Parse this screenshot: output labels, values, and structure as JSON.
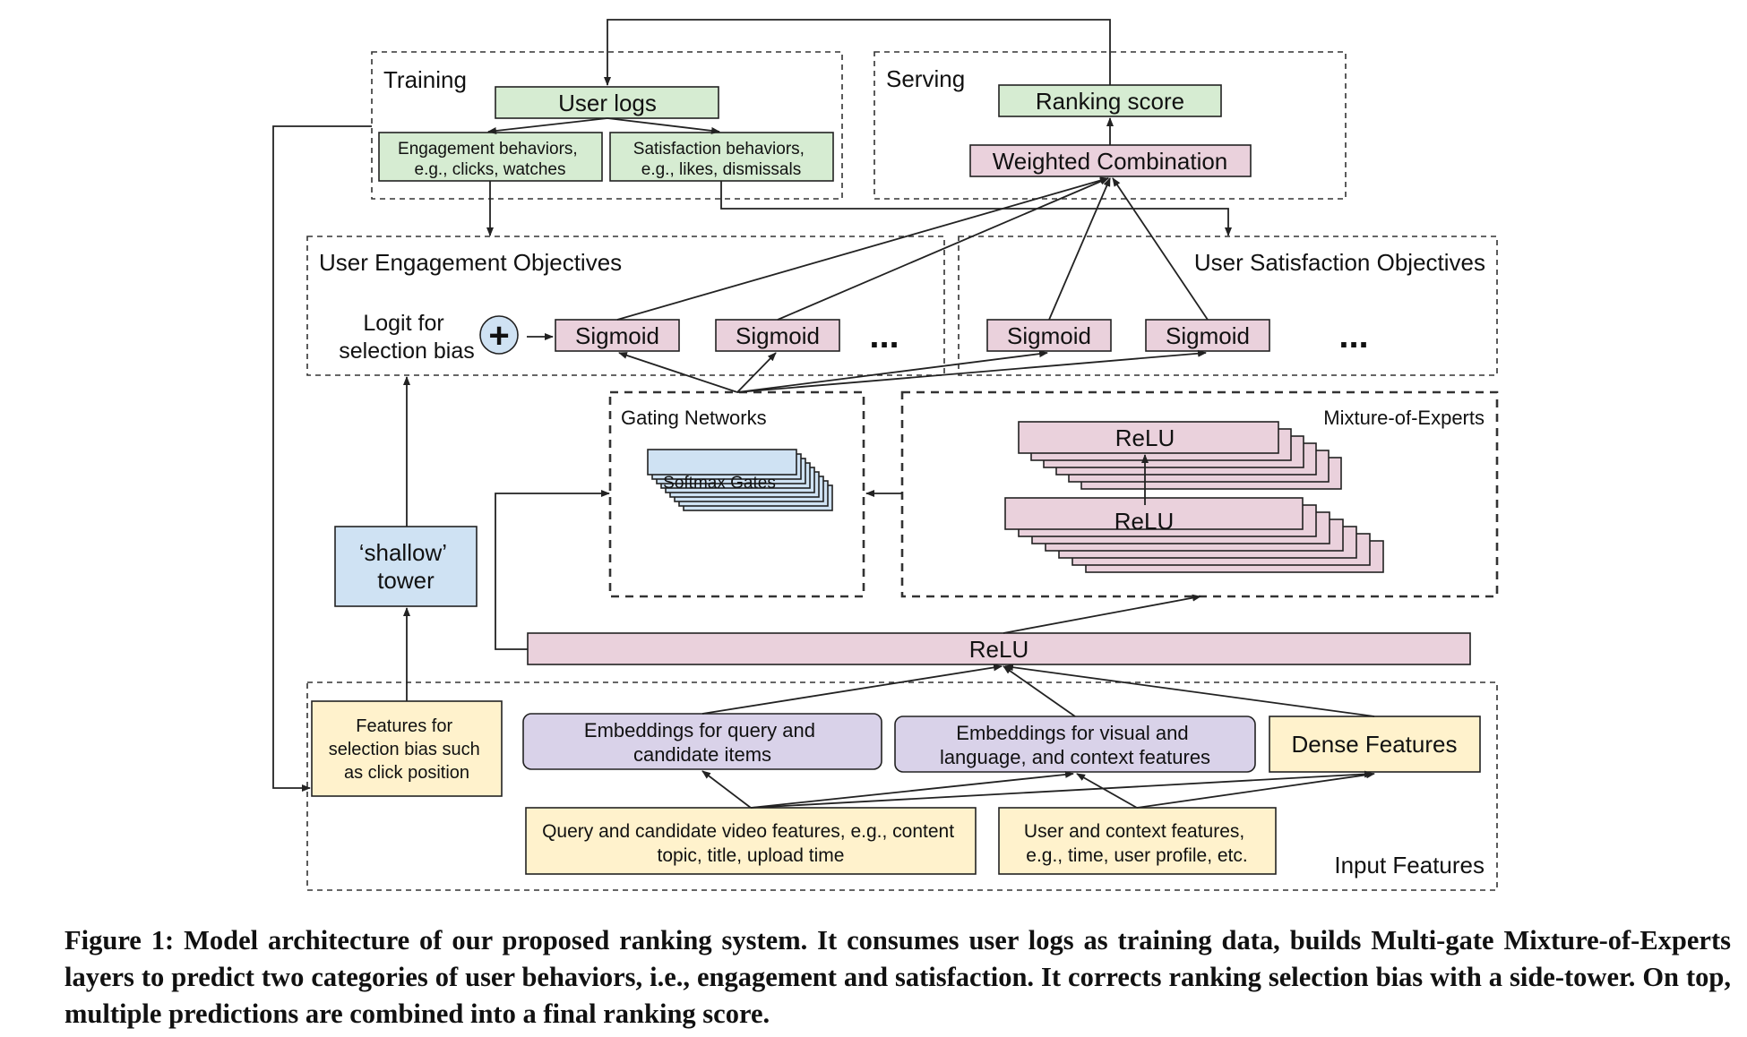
{
  "colors": {
    "green": "#d6ecd2",
    "pink": "#ead1dc",
    "blue": "#cfe2f3",
    "yellow": "#fff2cc",
    "purple": "#d9d2e9"
  },
  "training": {
    "title": "Training",
    "user_logs": "User logs",
    "engagement_behaviors": [
      "Engagement behaviors,",
      "e.g., clicks, watches"
    ],
    "satisfaction_behaviors": [
      "Satisfaction behaviors,",
      "e.g., likes, dismissals"
    ]
  },
  "serving": {
    "title": "Serving",
    "ranking_score": "Ranking score",
    "weighted_combination": "Weighted Combination"
  },
  "engagement_objectives": {
    "title": "User Engagement Objectives",
    "logit_label": [
      "Logit for",
      "selection bias"
    ],
    "plus_symbol": "+",
    "sigmoid_1": "Sigmoid",
    "sigmoid_2": "Sigmoid",
    "ellipsis": "..."
  },
  "satisfaction_objectives": {
    "title": "User Satisfaction Objectives",
    "sigmoid_1": "Sigmoid",
    "sigmoid_2": "Sigmoid",
    "ellipsis": "..."
  },
  "gating": {
    "title": "Gating Networks",
    "softmax_gates": "Softmax Gates"
  },
  "moe": {
    "title": "Mixture-of-Experts",
    "relu_top": "ReLU",
    "relu_bottom": "ReLU"
  },
  "shallow_tower": [
    "‘shallow’",
    "tower"
  ],
  "shared_relu": "ReLU",
  "input_features": {
    "title": "Input Features",
    "selection_bias_features": [
      "Features for",
      "selection bias such",
      "as click position"
    ],
    "query_embeddings": [
      "Embeddings for query and",
      "candidate items"
    ],
    "visual_embeddings": [
      "Embeddings for visual and",
      "language, and context features"
    ],
    "dense_features": "Dense Features",
    "video_features": [
      "Query and candidate video features, e.g., content",
      "topic, title, upload time"
    ],
    "user_context_features": [
      "User and context features,",
      "e.g., time, user profile, etc."
    ]
  },
  "caption": "Figure 1: Model architecture of our proposed ranking system. It consumes user logs as training data, builds Multi-gate Mixture-of-Experts layers to predict two categories of user behaviors, i.e., engagement and satisfaction. It corrects ranking selection bias with a side-tower. On top, multiple predictions are combined into a final ranking score."
}
